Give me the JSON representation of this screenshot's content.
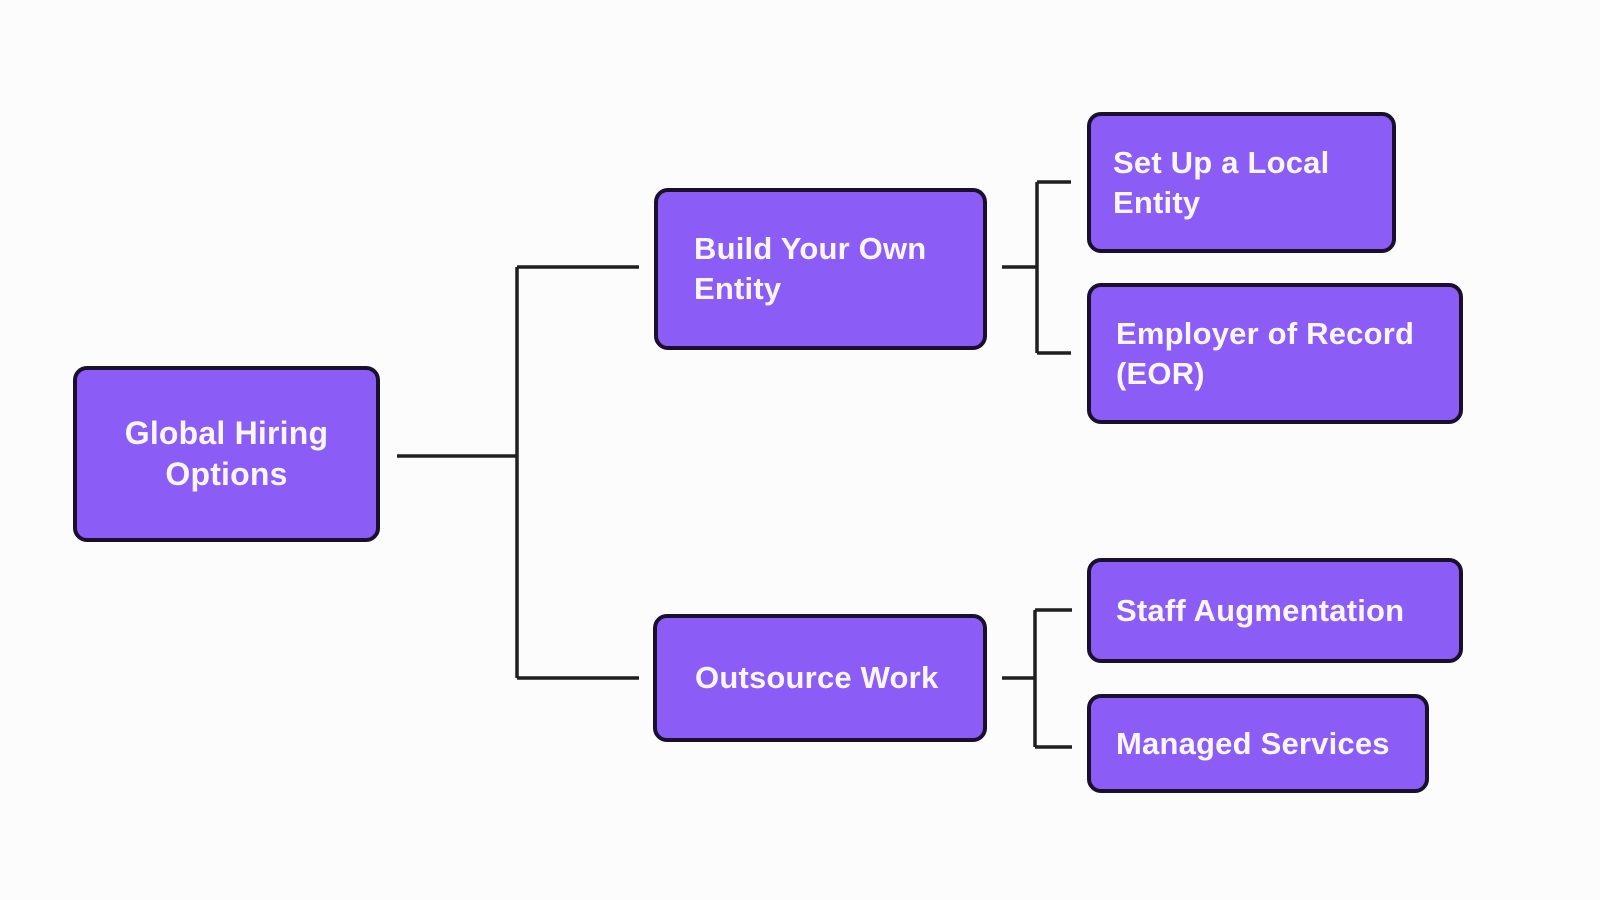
{
  "diagram": {
    "type": "flowchart-tree",
    "orientation": "left-to-right",
    "root": {
      "id": "global-hiring-options",
      "label": "Global Hiring Options"
    },
    "branches": [
      {
        "id": "build-your-own-entity",
        "label": "Build Your Own Entity",
        "children": [
          {
            "id": "set-up-local-entity",
            "label": "Set Up a Local Entity"
          },
          {
            "id": "employer-of-record",
            "label": "Employer of Record (EOR)"
          }
        ]
      },
      {
        "id": "outsource-work",
        "label": "Outsource Work",
        "children": [
          {
            "id": "staff-augmentation",
            "label": "Staff Augmentation"
          },
          {
            "id": "managed-services",
            "label": "Managed Services"
          }
        ]
      }
    ],
    "colors": {
      "node_fill": "#8b5cf6",
      "node_border": "#1a102e",
      "node_text": "#f8f6fd",
      "connector": "#1f1f1f",
      "background": "#fcfcfc"
    }
  }
}
